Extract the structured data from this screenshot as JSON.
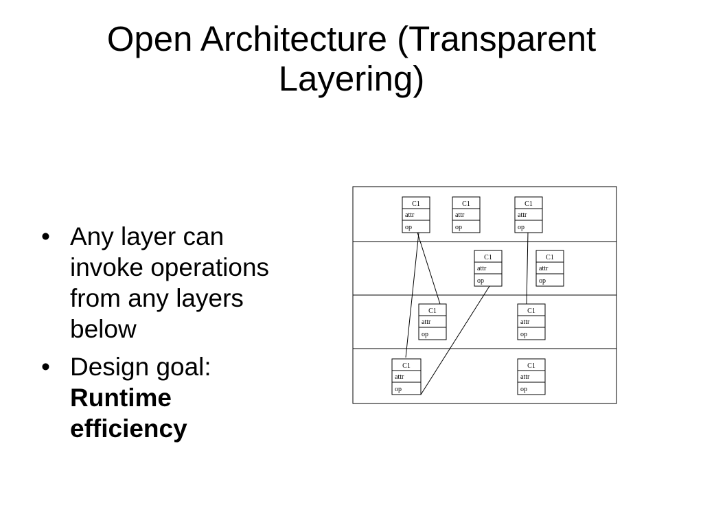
{
  "slide": {
    "title_lines": [
      "Open Architecture (Transparent",
      "Layering)"
    ],
    "bullets": [
      {
        "lines": [
          "Any layer can",
          "invoke operations",
          "from any layers",
          "below"
        ],
        "bold_lines": []
      },
      {
        "lines": [
          "Design goal:"
        ],
        "bold_lines": [
          "Runtime",
          "efficiency"
        ]
      }
    ],
    "bullet_glyph": "•"
  },
  "diagram": {
    "layers": 4,
    "classes": [
      {
        "id": "L1a",
        "layer": 1,
        "name": "C1",
        "attr": "attr",
        "op": "op"
      },
      {
        "id": "L1b",
        "layer": 1,
        "name": "C1",
        "attr": "attr",
        "op": "op"
      },
      {
        "id": "L1c",
        "layer": 1,
        "name": "C1",
        "attr": "attr",
        "op": "op"
      },
      {
        "id": "L2a",
        "layer": 2,
        "name": "C1",
        "attr": "attr",
        "op": "op"
      },
      {
        "id": "L2b",
        "layer": 2,
        "name": "C1",
        "attr": "attr",
        "op": "op"
      },
      {
        "id": "L3a",
        "layer": 3,
        "name": "C1",
        "attr": "attr",
        "op": "op"
      },
      {
        "id": "L3b",
        "layer": 3,
        "name": "C1",
        "attr": "attr",
        "op": "op"
      },
      {
        "id": "L4a",
        "layer": 4,
        "name": "C1",
        "attr": "attr",
        "op": "op"
      },
      {
        "id": "L4b",
        "layer": 4,
        "name": "C1",
        "attr": "attr",
        "op": "op"
      }
    ],
    "dependencies": [
      {
        "from": "L1a",
        "to": "L3a"
      },
      {
        "from": "L1a",
        "to": "L4a"
      },
      {
        "from": "L1c",
        "to": "L3b"
      },
      {
        "from": "L2a",
        "to": "L4a"
      }
    ]
  }
}
